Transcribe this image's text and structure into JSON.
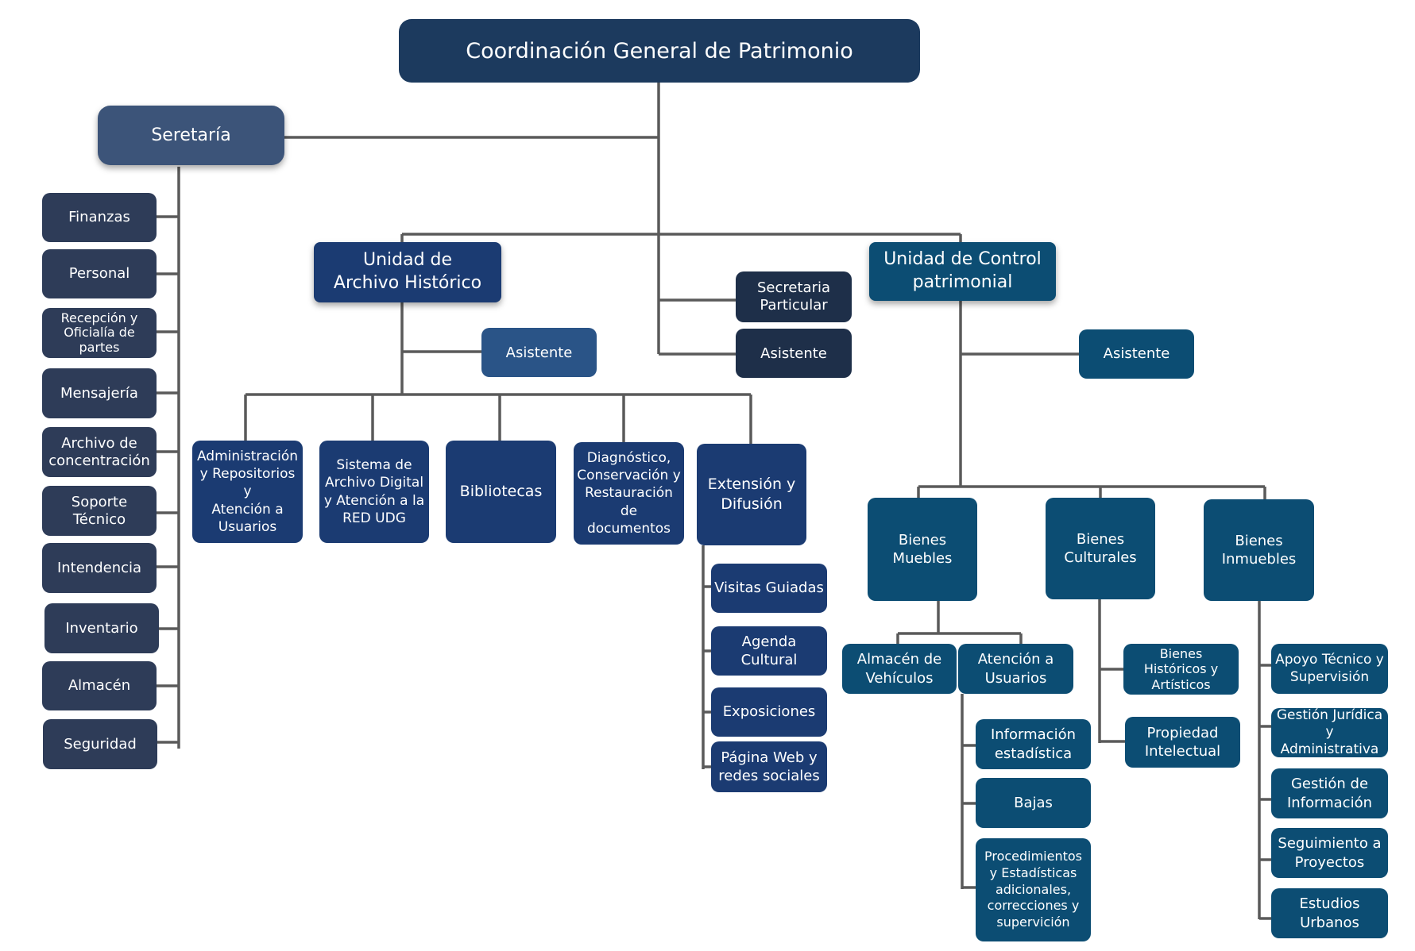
{
  "root": {
    "label": "Coordinación General de Patrimonio"
  },
  "secretaria": {
    "label": "Seretaría",
    "children": [
      "Finanzas",
      "Personal",
      "Recepción y\nOficialía de\npartes",
      "Mensajería",
      "Archivo de\nconcentración",
      "Soporte\nTécnico",
      "Intendencia",
      "Inventario",
      "Almacén",
      "Seguridad"
    ]
  },
  "center": {
    "secretaria_particular": "Secretaria\nParticular",
    "asistente": "Asistente"
  },
  "archivo": {
    "label": "Unidad de\nArchivo Histórico",
    "asistente": "Asistente",
    "children": [
      "Administración\ny Repositorios y\nAtención a\nUsuarios",
      "Sistema de\nArchivo Digital\ny Atención a la\nRED UDG",
      "Bibliotecas",
      "Diagnóstico,\nConservación y\nRestauración de\ndocumentos",
      "Extensión y\nDifusión"
    ],
    "extension_children": [
      "Visitas Guiadas",
      "Agenda\nCultural",
      "Exposiciones",
      "Página Web y\nredes sociales"
    ]
  },
  "control": {
    "label": "Unidad de Control\npatrimonial",
    "asistente": "Asistente",
    "children": [
      "Bienes\nMuebles",
      "Bienes\nCulturales",
      "Bienes\nInmuebles"
    ],
    "muebles_children": [
      "Almacén de\nVehículos",
      "Atención a\nUsuarios"
    ],
    "atencion_children": [
      "Información\nestadística",
      "Bajas",
      "Procedimientos\ny Estadísticas\nadicionales,\ncorrecciones y\nsupervición"
    ],
    "culturales_children": [
      "Bienes\nHistóricos y\nArtísticos",
      "Propiedad\nIntelectual"
    ],
    "inmuebles_children": [
      "Apoyo Técnico y\nSupervisión",
      "Gestión Jurídica y\nAdministrativa",
      "Gestión de\nInformación",
      "Seguimiento a\nProyectos",
      "Estudios\nUrbanos"
    ]
  },
  "colors": {
    "connector": "#5a5a5a",
    "navy": "#1e2f49",
    "slate": "#2e3c58",
    "archive_blue": "#1b3b72",
    "teal": "#0c4d73"
  }
}
